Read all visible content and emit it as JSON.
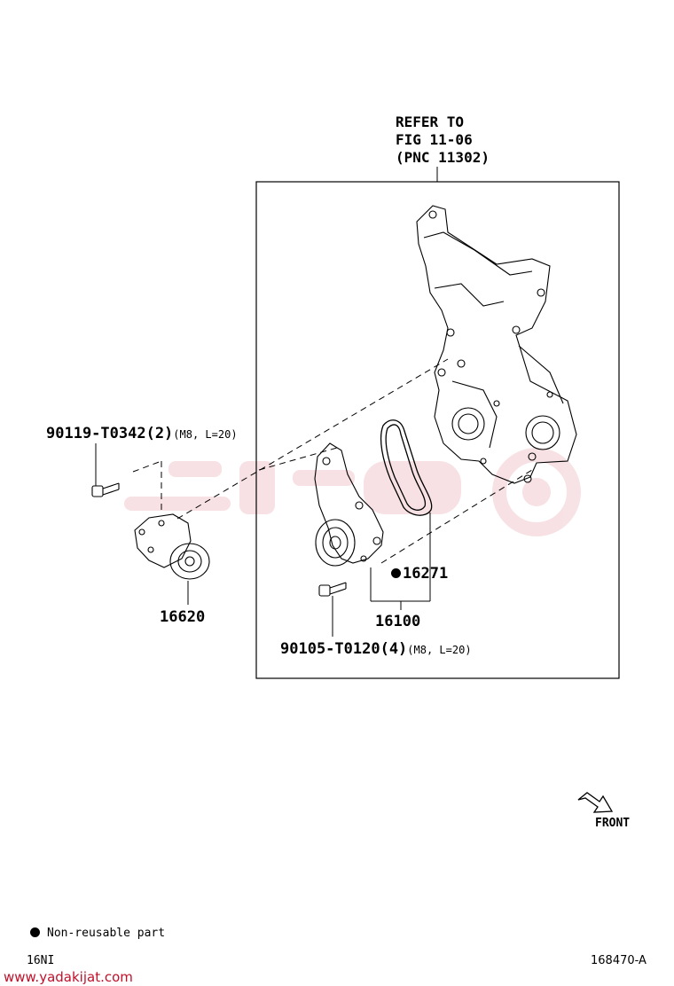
{
  "refer": {
    "line1": "REFER TO",
    "line2": "FIG 11-06",
    "line3": "(PNC 11302)"
  },
  "parts": {
    "bolt_upper": {
      "number": "90119-T0342(2)",
      "spec": "(M8, L=20)"
    },
    "tensioner": {
      "number": "16620"
    },
    "gasket": {
      "number": "16271"
    },
    "water_pump": {
      "number": "16100"
    },
    "bolt_lower": {
      "number": "90105-T0120(4)",
      "spec": "(M8, L=20)"
    }
  },
  "direction": {
    "front_label": "FRONT"
  },
  "legend": {
    "non_reusable": "Non-reusable part"
  },
  "footer": {
    "engine_code": "16NI",
    "figure_id": "168470-A",
    "website": "www.yadakijat.com"
  },
  "colors": {
    "watermark": "#c0102a",
    "line": "#000000"
  }
}
